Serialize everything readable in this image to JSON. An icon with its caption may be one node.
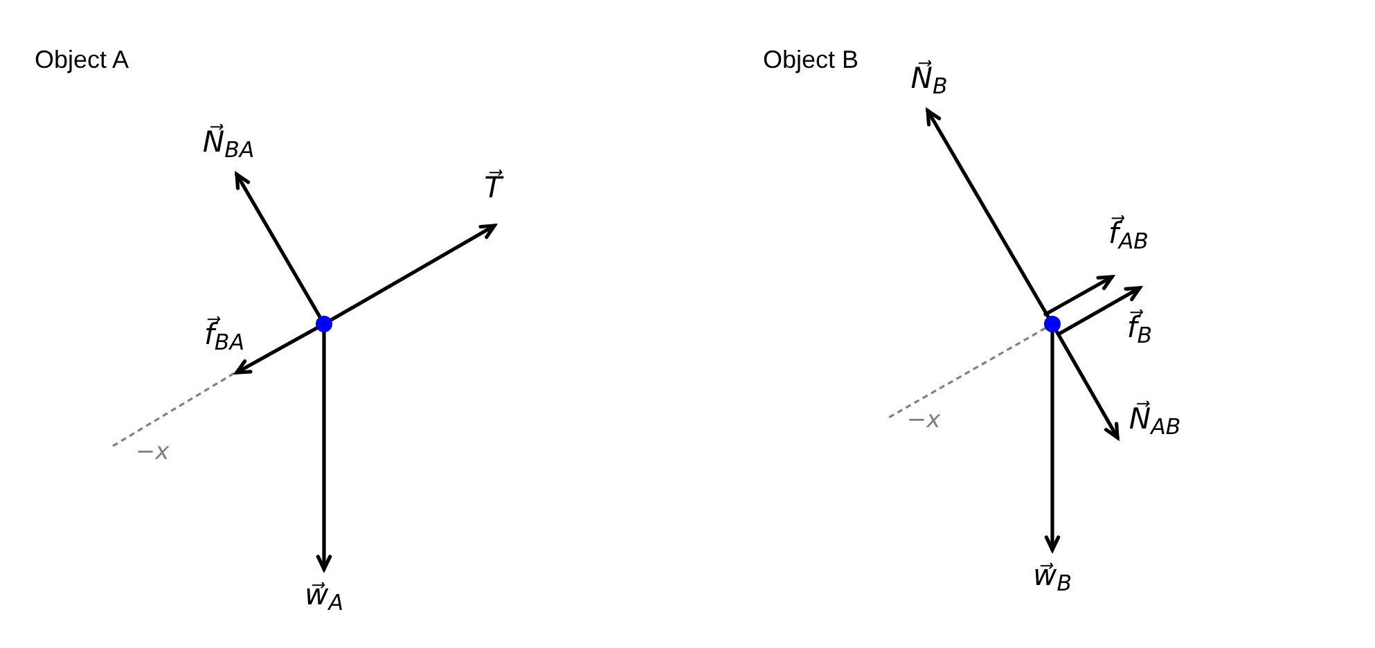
{
  "diagram": {
    "labels": [
      "Object A",
      "N⃗$_{BA}$",
      "T⃗",
      "f⃗$_{BA}$",
      "−x",
      "w⃗$_{A}$",
      "Object B",
      "N⃗$_{B}$",
      "f⃗$_{AB}$",
      "f⃗$_{B}$",
      "N⃗$_{AB}$",
      "−x",
      "w⃗$_{B}$"
    ]
  }
}
